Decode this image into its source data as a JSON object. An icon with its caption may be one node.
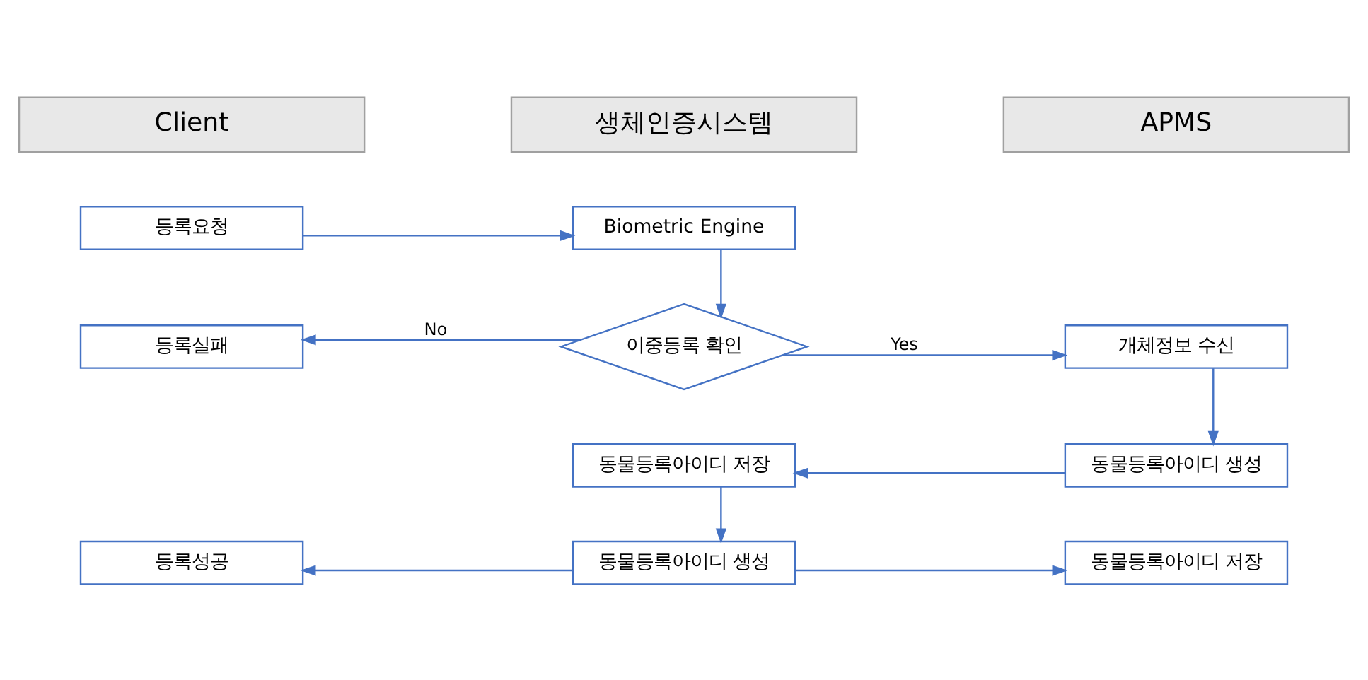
{
  "diagram": {
    "nodes": [
      {
        "text": [
          "Client"
        ]
      },
      {
        "text": [
          "생체인증시스템"
        ]
      },
      {
        "text": [
          "APMS"
        ]
      },
      {
        "text": [
          "등록요청"
        ]
      },
      {
        "text": [
          "Biometric Engine"
        ]
      },
      {
        "text": [
          "이중등록 확인"
        ]
      },
      {
        "text": [
          "등록실패"
        ]
      },
      {
        "text": [
          "개체정보 수신"
        ]
      },
      {
        "text": [
          "동물등록아이디 저장"
        ]
      },
      {
        "text": [
          "동물등록아이디 생성"
        ]
      },
      {
        "text": [
          "등록성공"
        ]
      },
      {
        "text": [
          "동물등록아이디 생성"
        ]
      },
      {
        "text": [
          "동물등록아이디 저장"
        ]
      }
    ],
    "edges": [
      {
        "from": 3,
        "to": 4,
        "arrow": "to"
      },
      {
        "from": 4,
        "to": 5,
        "arrow": "to"
      },
      {
        "from": 5,
        "to": 6,
        "arrow": "to",
        "label": "No"
      },
      {
        "from": 5,
        "to": 7,
        "arrow": "to",
        "label": "Yes"
      },
      {
        "from": 7,
        "to": 9,
        "arrow": "to"
      },
      {
        "from": 9,
        "to": 8,
        "arrow": "to"
      },
      {
        "from": 8,
        "to": 11,
        "arrow": "to"
      },
      {
        "from": 11,
        "to": 10,
        "arrow": "to"
      },
      {
        "from": 11,
        "to": 12,
        "arrow": "to"
      }
    ]
  }
}
